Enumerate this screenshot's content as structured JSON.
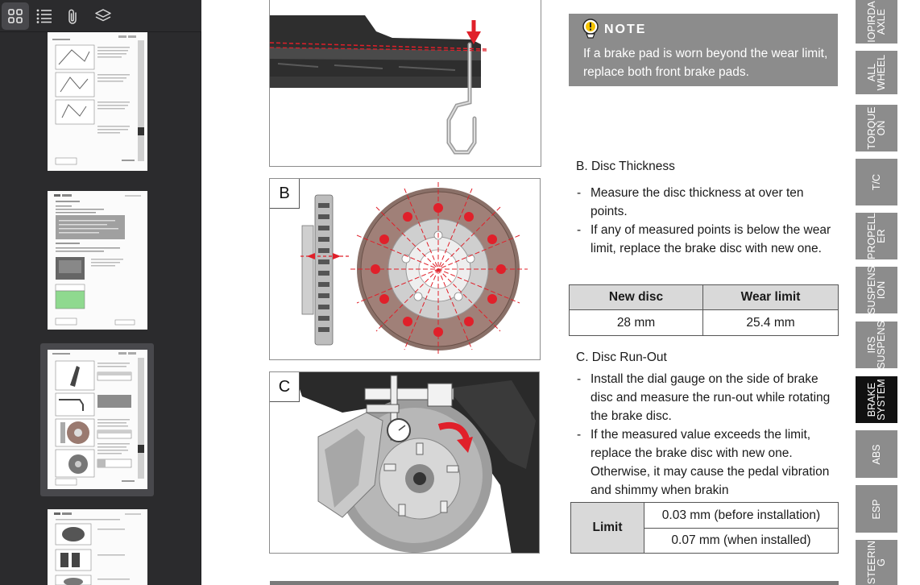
{
  "toolbar": {
    "buttons": [
      {
        "name": "thumbnails-view",
        "icon": "grid-icon",
        "active": true
      },
      {
        "name": "outline-view",
        "icon": "list-icon",
        "active": false
      },
      {
        "name": "attachments-view",
        "icon": "paperclip-icon",
        "active": false
      },
      {
        "name": "layers-view",
        "icon": "layers-icon",
        "active": false
      }
    ]
  },
  "document": {
    "panel_b_label": "B",
    "panel_c_label": "C",
    "note": {
      "title": "NOTE",
      "text": "If a brake pad is worn beyond the wear limit, replace both front brake pads."
    },
    "disc_thickness": {
      "heading": "B. Disc Thickness",
      "bullets": [
        "Measure the disc thickness at over ten points.",
        "If any of measured points is below the wear limit, replace the brake disc with new one."
      ],
      "table": {
        "headers": [
          "New disc",
          "Wear limit"
        ],
        "row": [
          "28 mm",
          "25.4 mm"
        ]
      }
    },
    "disc_runout": {
      "heading": "C. Disc Run-Out",
      "bullets": [
        "Install the dial gauge on the side of brake disc and measure the run-out while rotating the brake disc.",
        "If the measured value exceeds the limit, replace the brake disc with new one. Otherwise, it may cause the pedal vibration and shimmy when brakin"
      ],
      "table": {
        "label": "Limit",
        "rows": [
          "0.03 mm (before installation)",
          "0.07 mm (when installed)"
        ]
      }
    },
    "bullet_dash": "-"
  },
  "chapter_tabs": [
    {
      "label": "IOPIRDA\nAXLE",
      "active": false
    },
    {
      "label": "ALL\nWHEEL",
      "active": false
    },
    {
      "label": "TORQUE\nON",
      "active": false
    },
    {
      "label": "T/C",
      "active": false
    },
    {
      "label": "PROPELL\nER",
      "active": false
    },
    {
      "label": "SUSPENS\nION",
      "active": false
    },
    {
      "label": "IRS\nSUSPENS",
      "active": false
    },
    {
      "label": "BRAKE\nSYSTEM",
      "active": true
    },
    {
      "label": "ABS",
      "active": false
    },
    {
      "label": "ESP",
      "active": false
    },
    {
      "label": "STEERIN\nG",
      "active": false
    }
  ],
  "colors": {
    "sidebar": "#2b2b2d",
    "tab_gray": "#8c8c8c",
    "tab_active": "#111111",
    "note_bg": "#8c8c8c",
    "measure_red": "#e0202a"
  }
}
